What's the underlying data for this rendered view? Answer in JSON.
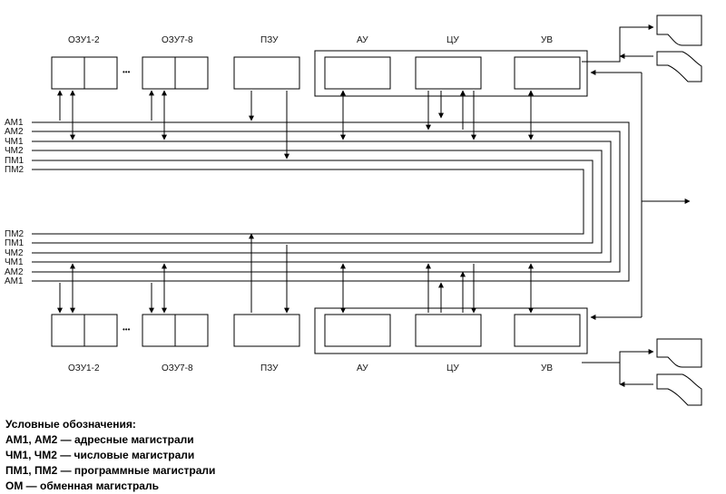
{
  "top_units": {
    "ozu1": "ОЗУ1-2",
    "ozu7": "ОЗУ7-8",
    "pzu": "ПЗУ",
    "au": "АУ",
    "cu": "ЦУ",
    "uv": "УВ",
    "ellipsis": "•••"
  },
  "bottom_units": {
    "ozu1": "ОЗУ1-2",
    "ozu7": "ОЗУ7-8",
    "pzu": "ПЗУ",
    "au": "АУ",
    "cu": "ЦУ",
    "uv": "УВ",
    "ellipsis": "•••"
  },
  "top_buses": [
    "АМ1",
    "АМ2",
    "ЧМ1",
    "ЧМ2",
    "ПМ1",
    "ПМ2"
  ],
  "bottom_buses": [
    "ПМ2",
    "ПМ1",
    "ЧМ2",
    "ЧМ1",
    "АМ2",
    "АМ1"
  ],
  "legend": {
    "title": "Условные обозначения:",
    "lines": [
      "АМ1, АМ2 — адресные магистрали",
      "ЧМ1, ЧМ2 — числовые магистрали",
      "ПМ1, ПМ2 — программные магистрали",
      "ОМ — обменная магистраль"
    ]
  }
}
